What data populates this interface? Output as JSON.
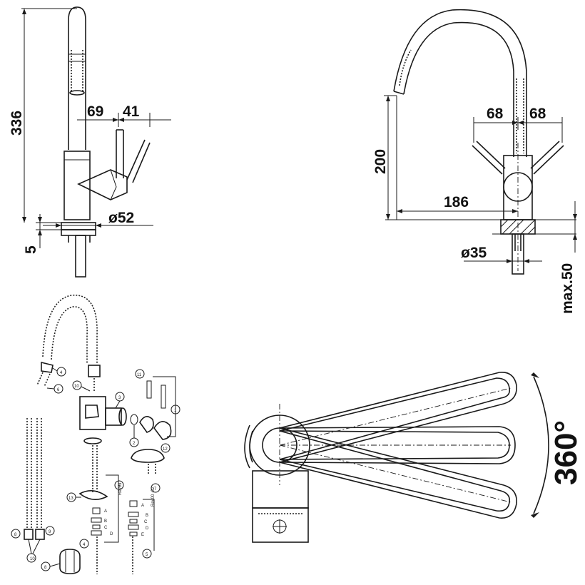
{
  "dimensions": {
    "side_height": "336",
    "side_depth": "69",
    "side_lever": "41",
    "side_base_diameter": "ø52",
    "side_base_thickness": "5",
    "front_lever_left": "68",
    "front_lever_right": "68",
    "front_spout_height": "200",
    "front_reach": "186",
    "front_hole_diameter": "ø35",
    "front_max_thickness": "max.50",
    "swivel_angle": "360°"
  },
  "parts": {
    "callouts": [
      "1",
      "2",
      "3",
      "4",
      "4",
      "4",
      "5",
      "6",
      "6",
      "7",
      "8",
      "8",
      "9",
      "10",
      "11",
      "12",
      "13"
    ],
    "letters": [
      "A",
      "B",
      "C",
      "D",
      "A",
      "B",
      "C",
      "D",
      "E"
    ],
    "rev1": "Rev03",
    "rev2": "Rev00 -02"
  }
}
